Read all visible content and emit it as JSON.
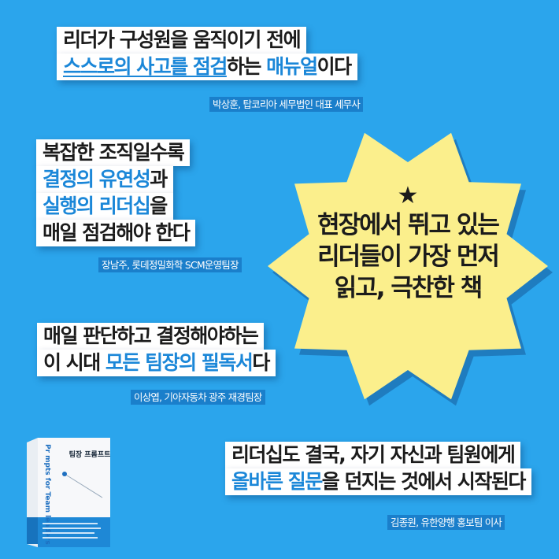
{
  "colors": {
    "background": "#2ba5ec",
    "highlight": "#1b87d8",
    "attribution_bg": "#1a7fcb",
    "burst": "#fbef8c"
  },
  "quotes": [
    {
      "lines": [
        [
          {
            "t": "리더가 구성원을 움직이기 전에"
          }
        ],
        [
          {
            "t": "스스로의 사고를 점검",
            "hl": true,
            "ul": true
          },
          {
            "t": "하는 "
          },
          {
            "t": "매뉴얼",
            "hl": true
          },
          {
            "t": "이다"
          }
        ]
      ],
      "attribution": "박상훈, 탑코리아 세무법인 대표 세무사"
    },
    {
      "lines": [
        [
          {
            "t": "복잡한 조직일수록"
          }
        ],
        [
          {
            "t": "결정의 유연성",
            "hl": true
          },
          {
            "t": "과"
          }
        ],
        [
          {
            "t": "실행의 리더십",
            "hl": true
          },
          {
            "t": "을"
          }
        ],
        [
          {
            "t": "매일 점검해야 한다"
          }
        ]
      ],
      "attribution": "장남주, 롯데정밀화학 SCM운영팀장"
    },
    {
      "lines": [
        [
          {
            "t": "매일 판단하고 결정해야하는"
          }
        ],
        [
          {
            "t": "이 시대 "
          },
          {
            "t": "모든 팀장의 필독서",
            "hl": true
          },
          {
            "t": "다"
          }
        ]
      ],
      "attribution": "이상엽, 기아자동차 광주 재경팀장"
    },
    {
      "lines": [
        [
          {
            "t": "리더십도 결국,  자기 자신과 팀원에게"
          }
        ],
        [
          {
            "t": "올바른 질문",
            "hl": true
          },
          {
            "t": "을 던지는 것에서 시작된다"
          }
        ]
      ],
      "attribution": "김종원, 유한양행 홍보팀 이사"
    }
  ],
  "burst": {
    "star": "★",
    "lines": [
      "현장에서 뛰고 있는",
      "리더들이 가장 먼저",
      "읽고, 극찬한 책"
    ]
  },
  "book": {
    "title_ko": "팀장 프롬프트",
    "title_en": "Pr mpts for Team leaders"
  }
}
